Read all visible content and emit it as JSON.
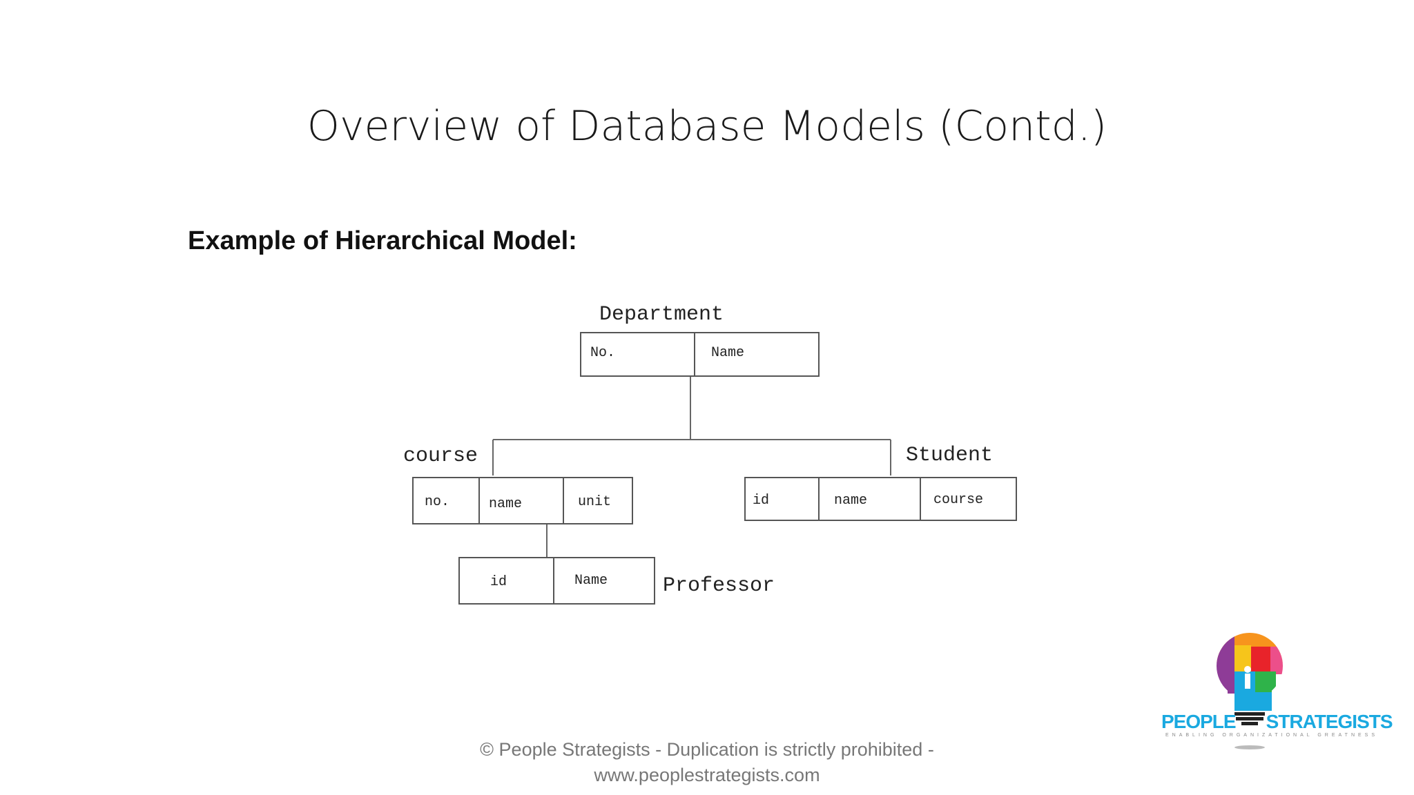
{
  "slide": {
    "title": "Overview of Database Models (Contd.)",
    "subtitle": "Example of Hierarchical Model:"
  },
  "diagram": {
    "department": {
      "label": "Department",
      "fields": [
        "No.",
        "Name"
      ]
    },
    "course": {
      "label": "course",
      "fields": [
        "no.",
        "name",
        "unit"
      ]
    },
    "student": {
      "label": "Student",
      "fields": [
        "id",
        "name",
        "course"
      ]
    },
    "professor": {
      "label": "Professor",
      "fields": [
        "id",
        "Name"
      ]
    }
  },
  "footer": {
    "line1": "© People Strategists - Duplication is strictly prohibited -",
    "line2": "www.peoplestrategists.com"
  },
  "logo": {
    "word1": "PEOPLE",
    "word2": "STRATEGISTS",
    "tagline": "ENABLING ORGANIZATIONAL GREATNESS",
    "colors": [
      "#f7941d",
      "#e8232a",
      "#8e3c97",
      "#f6c51b",
      "#2fb34a",
      "#1aa9e0",
      "#ec4f8a"
    ]
  }
}
